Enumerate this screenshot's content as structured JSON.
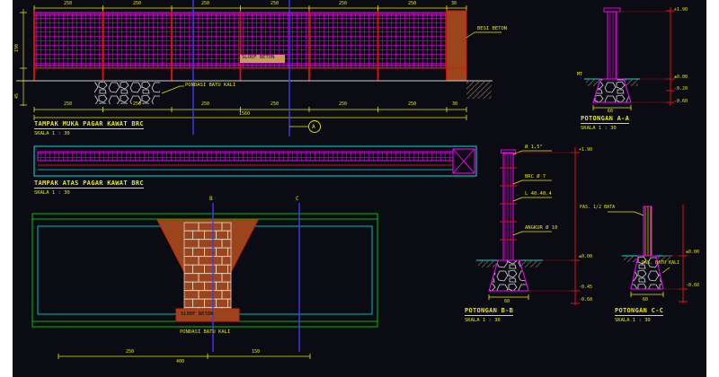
{
  "palette": {
    "background": "#0b0b13",
    "margin": "#ffffff",
    "magenta": "#ff00ff",
    "red": "#dd1111",
    "yellow": "#e8e800",
    "cyan": "#00e0e0",
    "green": "#00c000",
    "blue": "#3c3cf0",
    "brick": "#9c451d"
  },
  "front_view": {
    "title": "TAMPAK MUKA PAGAR KAWAT BRC",
    "scale": "SKALA 1 : 30",
    "label_besi": "BESI BETON",
    "label_sloof": "SLOOF BETON",
    "label_pondasi": "PONDASI BATU KALI",
    "section_marker": "A",
    "dim_bays": [
      "250",
      "250",
      "250",
      "250",
      "250",
      "250"
    ],
    "dim_pillar": "30",
    "dim_left_mesh": "190",
    "dim_left_footing": "45",
    "dim_total": "1560"
  },
  "top_view": {
    "title": "TAMPAK ATAS PAGAR KAWAT BRC",
    "scale": "SKALA 1 : 30"
  },
  "detail_view": {
    "marker_b": "B",
    "marker_c": "C",
    "label_sloof": "SLOOF BETON",
    "label_pondasi": "PONDASI BATU KALI",
    "dim_seg_left": "250",
    "dim_seg_right": "150",
    "dim_total": "400"
  },
  "section_a": {
    "title": "POTONGAN A-A",
    "scale": "SKALA 1 : 30",
    "label_mt": "MT",
    "levels": [
      "+1.90",
      "±0.00",
      "-0.20",
      "-0.60"
    ],
    "dim_width": "60"
  },
  "section_b": {
    "title": "POTONGAN B-B",
    "scale": "SKALA 1 : 30",
    "callouts": [
      "Ø 1,5\"",
      "BRC Ø 7",
      "L 40.40.4",
      "ANGKUR Ø 10"
    ],
    "levels": [
      "+1.90",
      "±0.00",
      "-0.45",
      "-0.60"
    ],
    "dim_width": "60"
  },
  "section_c": {
    "title": "POTONGAN C-C",
    "scale": "SKALA 1 : 30",
    "callout_left": "PAS. 1/2 BATA",
    "label_pas": "PAS. BATU KALI",
    "levels": [
      "±0.00",
      "-0.60"
    ],
    "dim_width": "60"
  }
}
